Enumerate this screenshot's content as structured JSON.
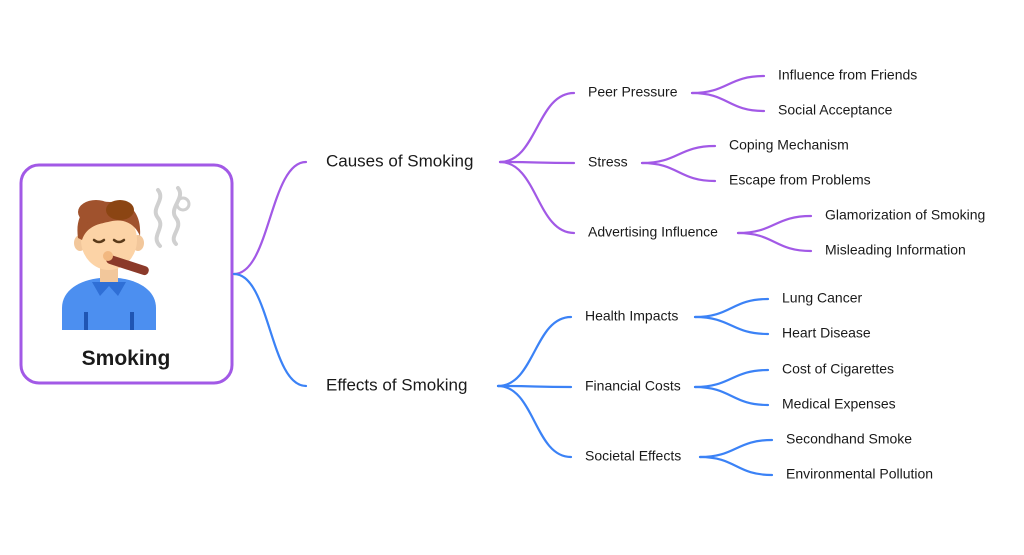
{
  "root": {
    "title": "Smoking",
    "icon": "man-smoking-cigar-icon",
    "border_color": "#a259e6"
  },
  "colors": {
    "causes": "#a259e6",
    "effects": "#3b82f6"
  },
  "branches": [
    {
      "key": "causes",
      "label": "Causes of Smoking",
      "children": [
        {
          "label": "Peer Pressure",
          "leaves": [
            "Influence from Friends",
            "Social Acceptance"
          ]
        },
        {
          "label": "Stress",
          "leaves": [
            "Coping Mechanism",
            "Escape from Problems"
          ]
        },
        {
          "label": "Advertising Influence",
          "leaves": [
            "Glamorization of Smoking",
            "Misleading Information"
          ]
        }
      ]
    },
    {
      "key": "effects",
      "label": "Effects of Smoking",
      "children": [
        {
          "label": "Health Impacts",
          "leaves": [
            "Lung Cancer",
            "Heart Disease"
          ]
        },
        {
          "label": "Financial Costs",
          "leaves": [
            "Cost of Cigarettes",
            "Medical Expenses"
          ]
        },
        {
          "label": "Societal Effects",
          "leaves": [
            "Secondhand Smoke",
            "Environmental Pollution"
          ]
        }
      ]
    }
  ]
}
